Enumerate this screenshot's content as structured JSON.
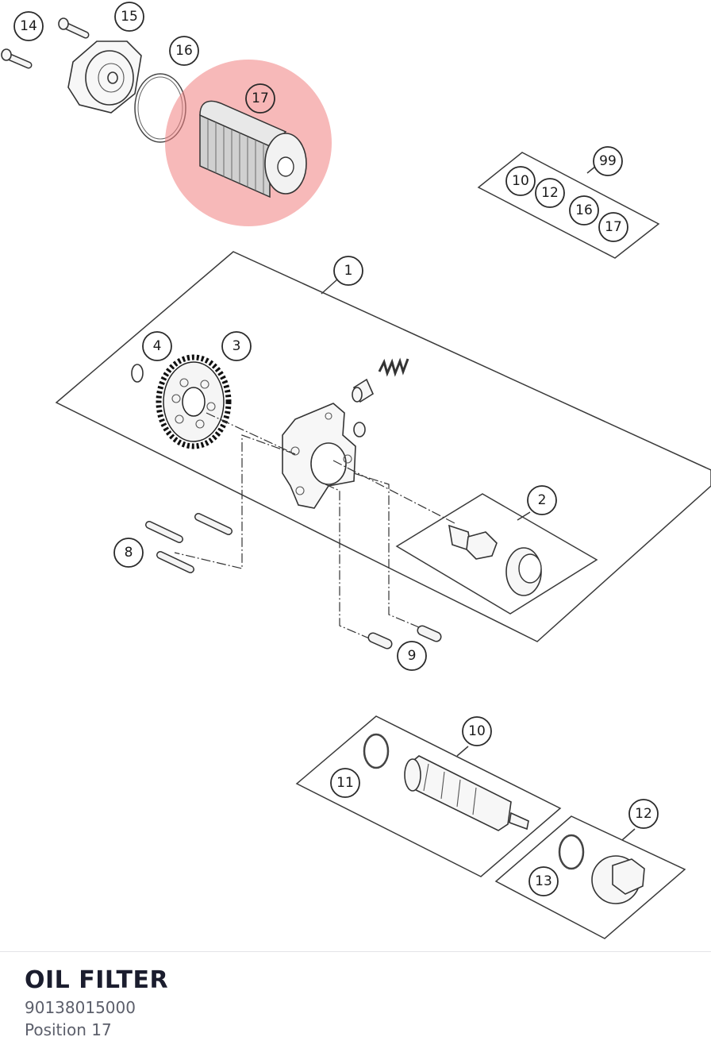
{
  "highlight": {
    "color": "#f08080",
    "callout": "17"
  },
  "callouts": {
    "c1": "1",
    "c2": "2",
    "c3": "3",
    "c4": "4",
    "c8": "8",
    "c9": "9",
    "c10a": "10",
    "c12a": "12",
    "c16a": "16",
    "c17a": "17",
    "c99": "99",
    "c10": "10",
    "c11": "11",
    "c12": "12",
    "c13": "13",
    "c14": "14",
    "c15": "15",
    "c16": "16",
    "c17": "17"
  },
  "part": {
    "title": "OIL FILTER",
    "number": "90138015000",
    "position": "Position 17"
  }
}
